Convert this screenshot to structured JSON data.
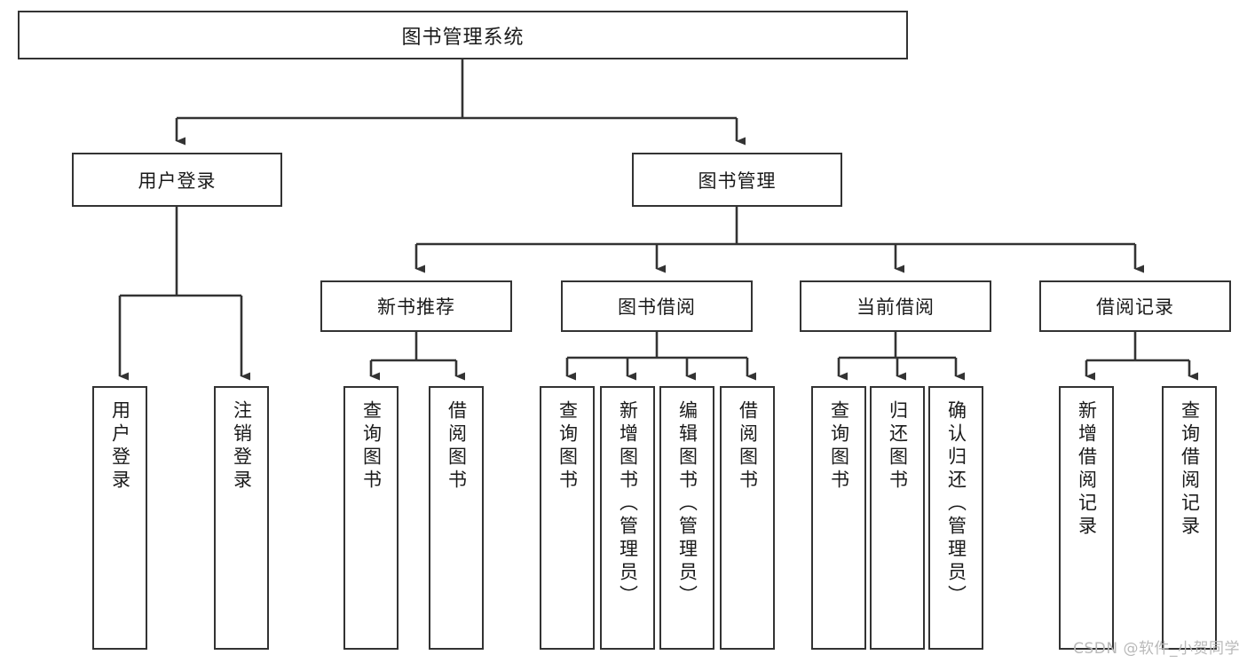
{
  "diagram": {
    "title": "图书管理系统",
    "type": "hierarchy-tree",
    "watermark": "CSDN @软件_小贺同学",
    "colors": {
      "background": "#ffffff",
      "box_border": "#333333",
      "box_fill": "#ffffff",
      "connector": "#333333",
      "text": "#1a1a1a",
      "watermark": "#b9b9b9"
    },
    "levels": 4,
    "nodes": {
      "root": {
        "label": "图书管理系统",
        "level": 1,
        "orientation": "horizontal"
      },
      "l2": [
        {
          "id": "user-login",
          "label": "用户登录",
          "level": 2,
          "orientation": "horizontal"
        },
        {
          "id": "book-manage",
          "label": "图书管理",
          "level": 2,
          "orientation": "horizontal"
        }
      ],
      "l3": [
        {
          "id": "new-book-rec",
          "label": "新书推荐",
          "level": 3,
          "orientation": "horizontal",
          "parent": "book-manage"
        },
        {
          "id": "book-borrow",
          "label": "图书借阅",
          "level": 3,
          "orientation": "horizontal",
          "parent": "book-manage"
        },
        {
          "id": "current-borrow",
          "label": "当前借阅",
          "level": 3,
          "orientation": "horizontal",
          "parent": "book-manage"
        },
        {
          "id": "borrow-record",
          "label": "借阅记录",
          "level": 3,
          "orientation": "horizontal",
          "parent": "book-manage"
        }
      ],
      "leaves": [
        {
          "id": "leaf-user-login",
          "label": "用户登录",
          "parent": "user-login",
          "orientation": "vertical"
        },
        {
          "id": "leaf-logout",
          "label": "注销登录",
          "parent": "user-login",
          "orientation": "vertical"
        },
        {
          "id": "leaf-query-book-1",
          "label": "查询图书",
          "parent": "new-book-rec",
          "orientation": "vertical"
        },
        {
          "id": "leaf-borrow-book-1",
          "label": "借阅图书",
          "parent": "new-book-rec",
          "orientation": "vertical"
        },
        {
          "id": "leaf-query-book-2",
          "label": "查询图书",
          "parent": "book-borrow",
          "orientation": "vertical"
        },
        {
          "id": "leaf-add-book",
          "label": "新增图书（管理员）",
          "parent": "book-borrow",
          "orientation": "vertical"
        },
        {
          "id": "leaf-edit-book",
          "label": "编辑图书（管理员）",
          "parent": "book-borrow",
          "orientation": "vertical"
        },
        {
          "id": "leaf-borrow-book-2",
          "label": "借阅图书",
          "parent": "book-borrow",
          "orientation": "vertical"
        },
        {
          "id": "leaf-query-book-3",
          "label": "查询图书",
          "parent": "current-borrow",
          "orientation": "vertical"
        },
        {
          "id": "leaf-return-book",
          "label": "归还图书",
          "parent": "current-borrow",
          "orientation": "vertical"
        },
        {
          "id": "leaf-confirm-return",
          "label": "确认归还（管理员）",
          "parent": "current-borrow",
          "orientation": "vertical"
        },
        {
          "id": "leaf-add-record",
          "label": "新增借阅记录",
          "parent": "borrow-record",
          "orientation": "vertical"
        },
        {
          "id": "leaf-query-record",
          "label": "查询借阅记录",
          "parent": "borrow-record",
          "orientation": "vertical"
        }
      ]
    }
  }
}
